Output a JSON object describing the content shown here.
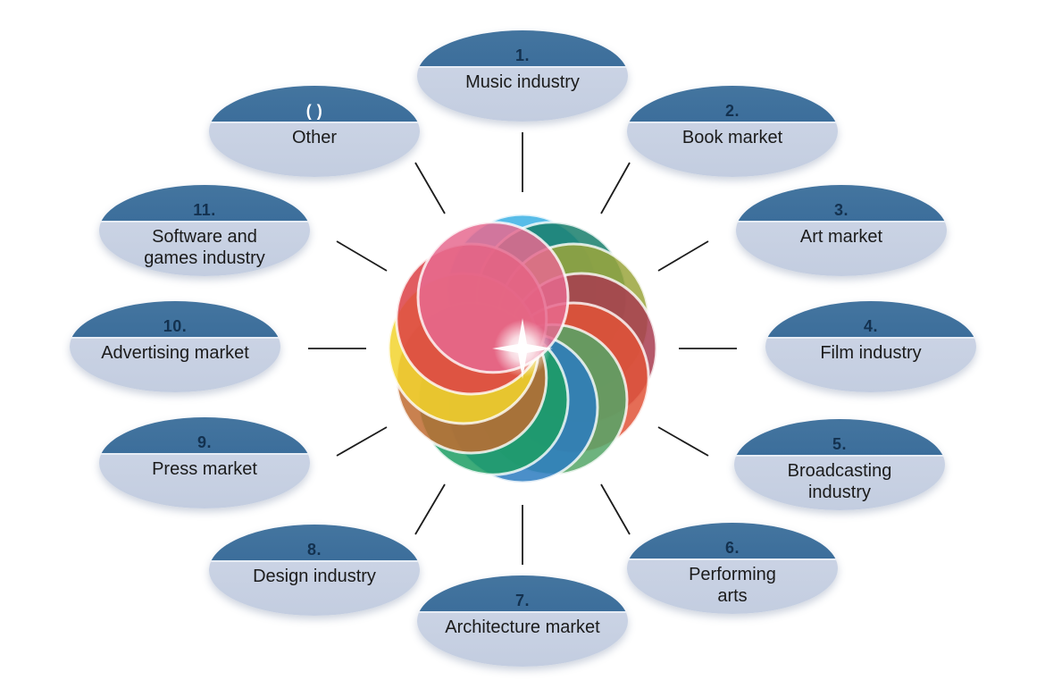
{
  "diagram": {
    "center_icon": "color-wheel-flower",
    "petal_colors": [
      "#3BB0E4",
      "#177E6B",
      "#9AA43C",
      "#A83C50",
      "#E05338",
      "#54A667",
      "#2B7BBF",
      "#1C9E63",
      "#BF6B30",
      "#F2D42E",
      "#DC4045",
      "#E66A8F"
    ]
  },
  "items": [
    {
      "number": "1.",
      "label": "Music industry"
    },
    {
      "number": "2.",
      "label": "Book market"
    },
    {
      "number": "3.",
      "label": "Art market"
    },
    {
      "number": "4.",
      "label": "Film industry"
    },
    {
      "number": "5.",
      "label": "Broadcasting industry"
    },
    {
      "number": "6.",
      "label": "Performing arts"
    },
    {
      "number": "7.",
      "label": "Architecture market"
    },
    {
      "number": "8.",
      "label": "Design industry"
    },
    {
      "number": "9.",
      "label": "Press market"
    },
    {
      "number": "10.",
      "label": "Advertising market"
    },
    {
      "number": "11.",
      "label": "Software and games industry"
    },
    {
      "number": "( )",
      "label": "Other"
    }
  ],
  "colors": {
    "background": "#FFFFFF",
    "band": "#3C6E9B",
    "band_light": "#44759F",
    "body": "#CFD7E7",
    "divider": "#E6ECF5",
    "number": "#13314F",
    "number_alt": "#FFFFFF",
    "label": "#1B1B1B",
    "line": "#1C1C1C"
  }
}
